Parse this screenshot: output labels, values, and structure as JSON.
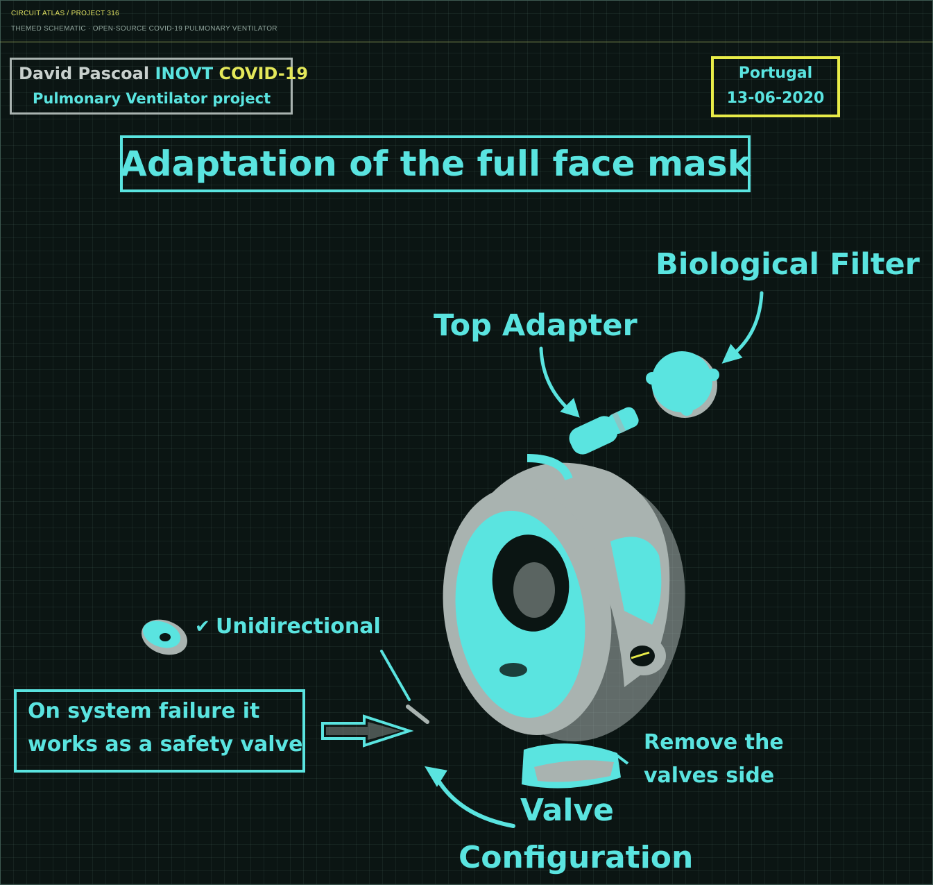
{
  "header": {
    "breadcrumb": "CIRCUIT ATLAS / PROJECT 316",
    "subtitle": "THEMED SCHEMATIC · OPEN-SOURCE COVID-19 PULMONARY VENTILATOR"
  },
  "author": {
    "name": "David Pascoal",
    "org": "INOVT",
    "covid": "COVID-19",
    "project": "Pulmonary Ventilator project"
  },
  "place": {
    "country": "Portugal",
    "date": "13-06-2020"
  },
  "title": "Adaptation of the full face mask",
  "labels": {
    "biological_filter": "Biological Filter",
    "top_adapter": "Top Adapter",
    "unidirectional": "Unidirectional",
    "check_mark": "✔",
    "remove_line1": "Remove the",
    "remove_line2": "valves side",
    "valve": "Valve",
    "configuration": "Configuration"
  },
  "failure_note": {
    "line1": "On system failure it",
    "line2": "works as a safety valve"
  },
  "colors": {
    "cyan": "#5ae4e0",
    "yellow": "#e8ec48",
    "grey": "#a9b3b0",
    "background": "#0b1513"
  }
}
